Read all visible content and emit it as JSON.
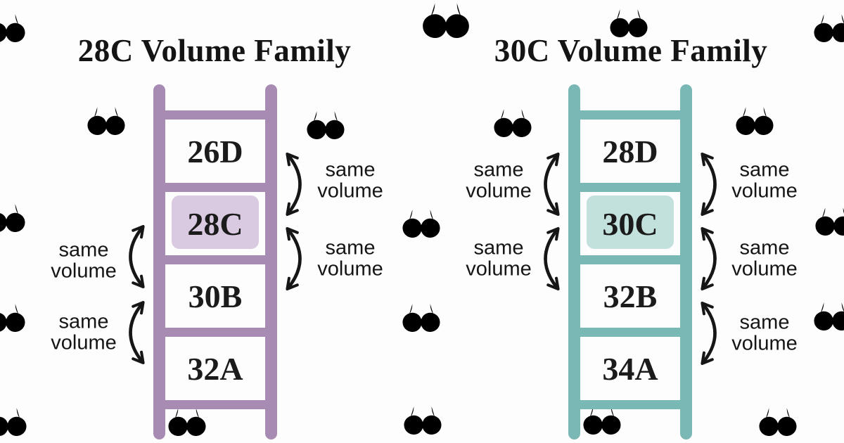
{
  "canvas": {
    "background_color": "#fdfdfe",
    "watermark_icon": "bra-icon",
    "watermark_colors": {
      "lavender": "#eae3ee",
      "teal": "#ddedeb",
      "gray": "#e7e6ea"
    }
  },
  "arrow": {
    "icon": "curved-double-arrow-icon",
    "color": "#161616"
  },
  "diagrams": [
    {
      "title": "28C Volume Family",
      "ladder_color": "#a78bb3",
      "highlight_color": "#d9c9e1",
      "highlighted_size": "28C",
      "rungs": [
        {
          "size": "26D",
          "highlighted": false
        },
        {
          "size": "28C",
          "highlighted": true
        },
        {
          "size": "30B",
          "highlighted": false
        },
        {
          "size": "32A",
          "highlighted": false
        }
      ],
      "annotations": {
        "left": [
          {
            "lines": [
              "same",
              "volume"
            ],
            "connects": [
              "28C",
              "30B"
            ]
          },
          {
            "lines": [
              "same",
              "volume"
            ],
            "connects": [
              "30B",
              "32A"
            ]
          }
        ],
        "right": [
          {
            "lines": [
              "same",
              "volume"
            ],
            "connects": [
              "26D",
              "28C"
            ]
          },
          {
            "lines": [
              "same",
              "volume"
            ],
            "connects": [
              "28C",
              "30B"
            ]
          }
        ]
      }
    },
    {
      "title": "30C Volume Family",
      "ladder_color": "#79b8b4",
      "highlight_color": "#c2e1dd",
      "highlighted_size": "30C",
      "rungs": [
        {
          "size": "28D",
          "highlighted": false
        },
        {
          "size": "30C",
          "highlighted": true
        },
        {
          "size": "32B",
          "highlighted": false
        },
        {
          "size": "34A",
          "highlighted": false
        }
      ],
      "annotations": {
        "left": [
          {
            "lines": [
              "same",
              "volume"
            ],
            "connects": [
              "28D",
              "30C"
            ]
          },
          {
            "lines": [
              "same",
              "volume"
            ],
            "connects": [
              "30C",
              "32B"
            ]
          }
        ],
        "right": [
          {
            "lines": [
              "same",
              "volume"
            ],
            "connects": [
              "28D",
              "30C"
            ]
          },
          {
            "lines": [
              "same",
              "volume"
            ],
            "connects": [
              "30C",
              "32B"
            ]
          },
          {
            "lines": [
              "same",
              "volume"
            ],
            "connects": [
              "32B",
              "34A"
            ]
          }
        ]
      }
    }
  ]
}
